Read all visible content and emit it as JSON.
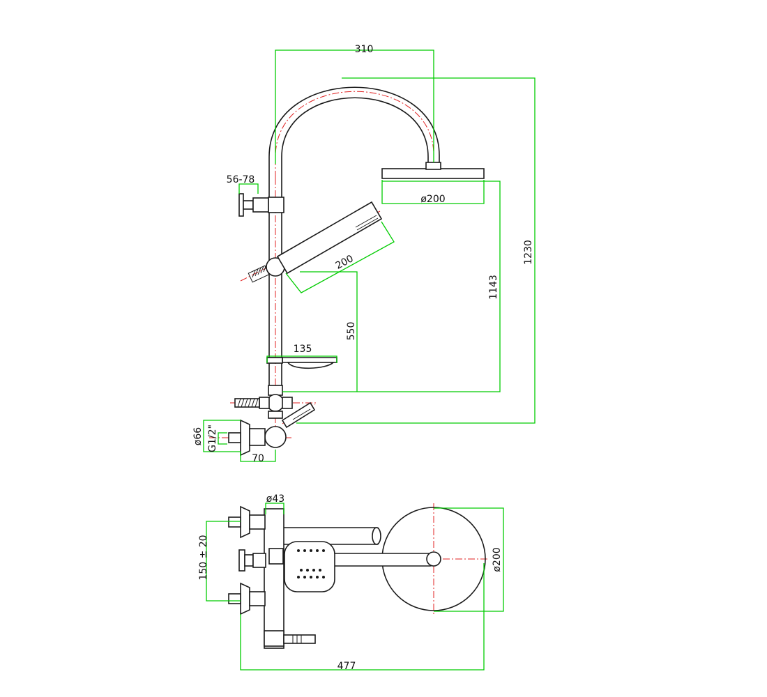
{
  "colors": {
    "dimension_line": "#00cc00",
    "center_line": "#e02020",
    "part_outline": "#1a1a1a",
    "background": "#ffffff"
  },
  "dimensions": {
    "arm_reach": "310",
    "total_height": "1230",
    "head_height": "1143",
    "head_diameter_side": "ø200",
    "wall_distance": "56-78",
    "hand_shower_length": "200",
    "slide_height": "550",
    "soap_dish_width": "135",
    "flange_diameter": "ø66",
    "connection_thread": "G1/2\"",
    "mixer_depth": "70",
    "riser_diameter": "ø43",
    "inlet_spacing": "150 ± 20",
    "head_diameter_top": "ø200",
    "overall_depth": "477"
  }
}
